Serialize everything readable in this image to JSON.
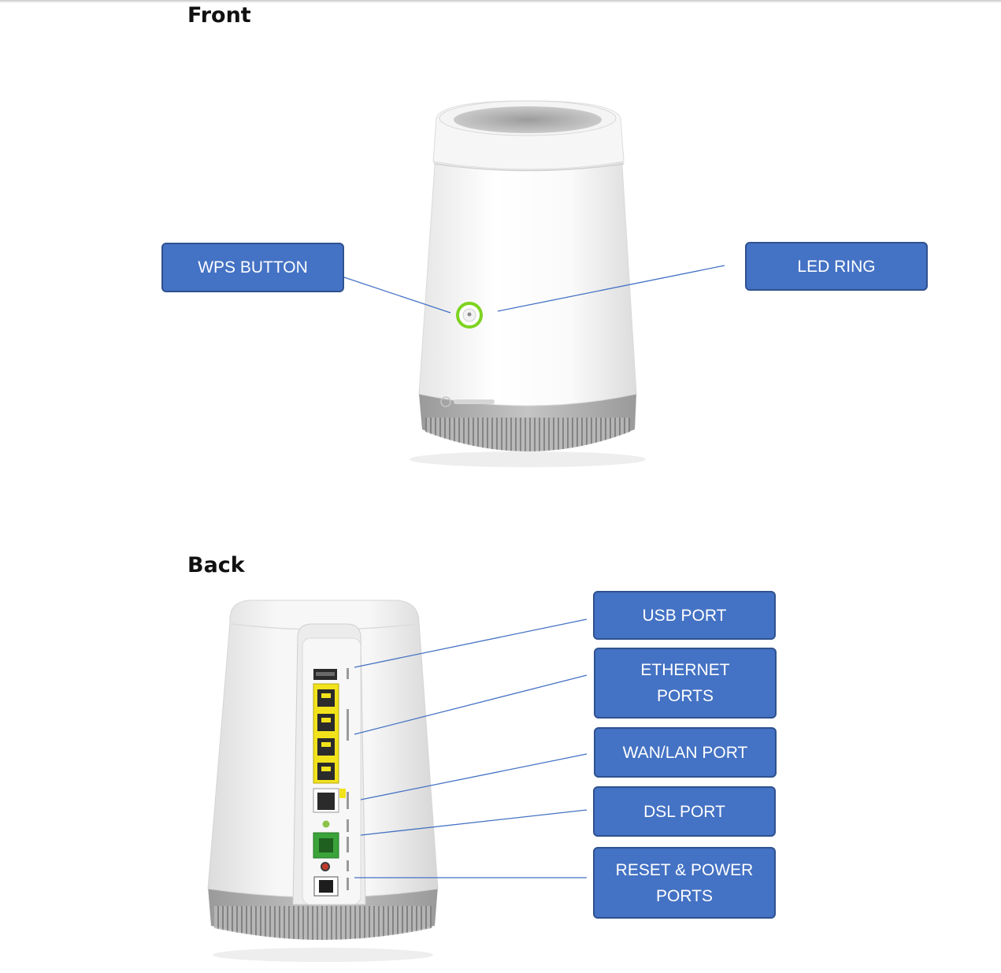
{
  "sections": {
    "front_title": "Front",
    "back_title": "Back"
  },
  "callouts": {
    "wps_button": "WPS BUTTON",
    "led_ring": "LED RING",
    "usb_port": "USB PORT",
    "ethernet_ports": "ETHERNET\nPORTS",
    "wan_lan_port": "WAN/LAN PORT",
    "dsl_port": "DSL PORT",
    "reset_power_ports": "RESET & POWER\nPORTS"
  },
  "colors": {
    "callout_fill": "#4472c4",
    "callout_border": "#2f528f",
    "leader_line": "#4472c4",
    "led_ring": "#7ed321",
    "ethernet_port": "#f2e21c",
    "dsl_port": "#3aa33a"
  }
}
